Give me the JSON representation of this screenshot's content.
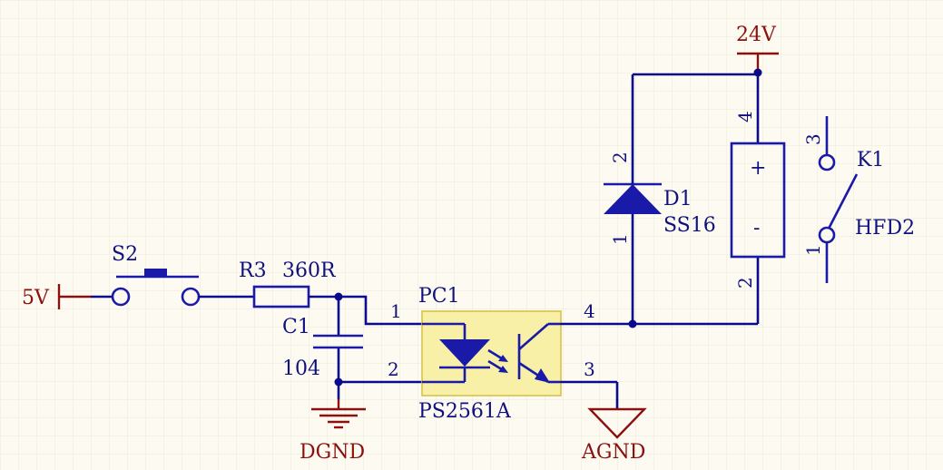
{
  "colors": {
    "background": "#fdfbf1",
    "grid": "#ece8d6",
    "wire": "#0a0a8a",
    "component": "#1a1aa8",
    "power": "#8b1010",
    "optocoupler_fill": "#f7f0a6",
    "optocoupler_border": "#d6c040",
    "text_blue": "#101080",
    "text_red": "#8b1010"
  },
  "power": {
    "vcc_5v": "5V",
    "vcc_24v": "24V",
    "dgnd": "DGND",
    "agnd": "AGND"
  },
  "switch_s2": {
    "ref": "S2"
  },
  "resistor_r3": {
    "ref": "R3",
    "value": "360R"
  },
  "capacitor_c1": {
    "ref": "C1",
    "value": "104"
  },
  "optocoupler_pc1": {
    "ref": "PC1",
    "part": "PS2561A",
    "pins": [
      "1",
      "2",
      "3",
      "4"
    ]
  },
  "diode_d1": {
    "ref": "D1",
    "part": "SS16",
    "pins": [
      "2",
      "1"
    ]
  },
  "relay_coil": {
    "pins": [
      "4",
      "2"
    ],
    "plus": "+",
    "minus": "-"
  },
  "relay_k1": {
    "ref": "K1",
    "part": "HFD2",
    "pins": [
      "3",
      "1"
    ]
  }
}
